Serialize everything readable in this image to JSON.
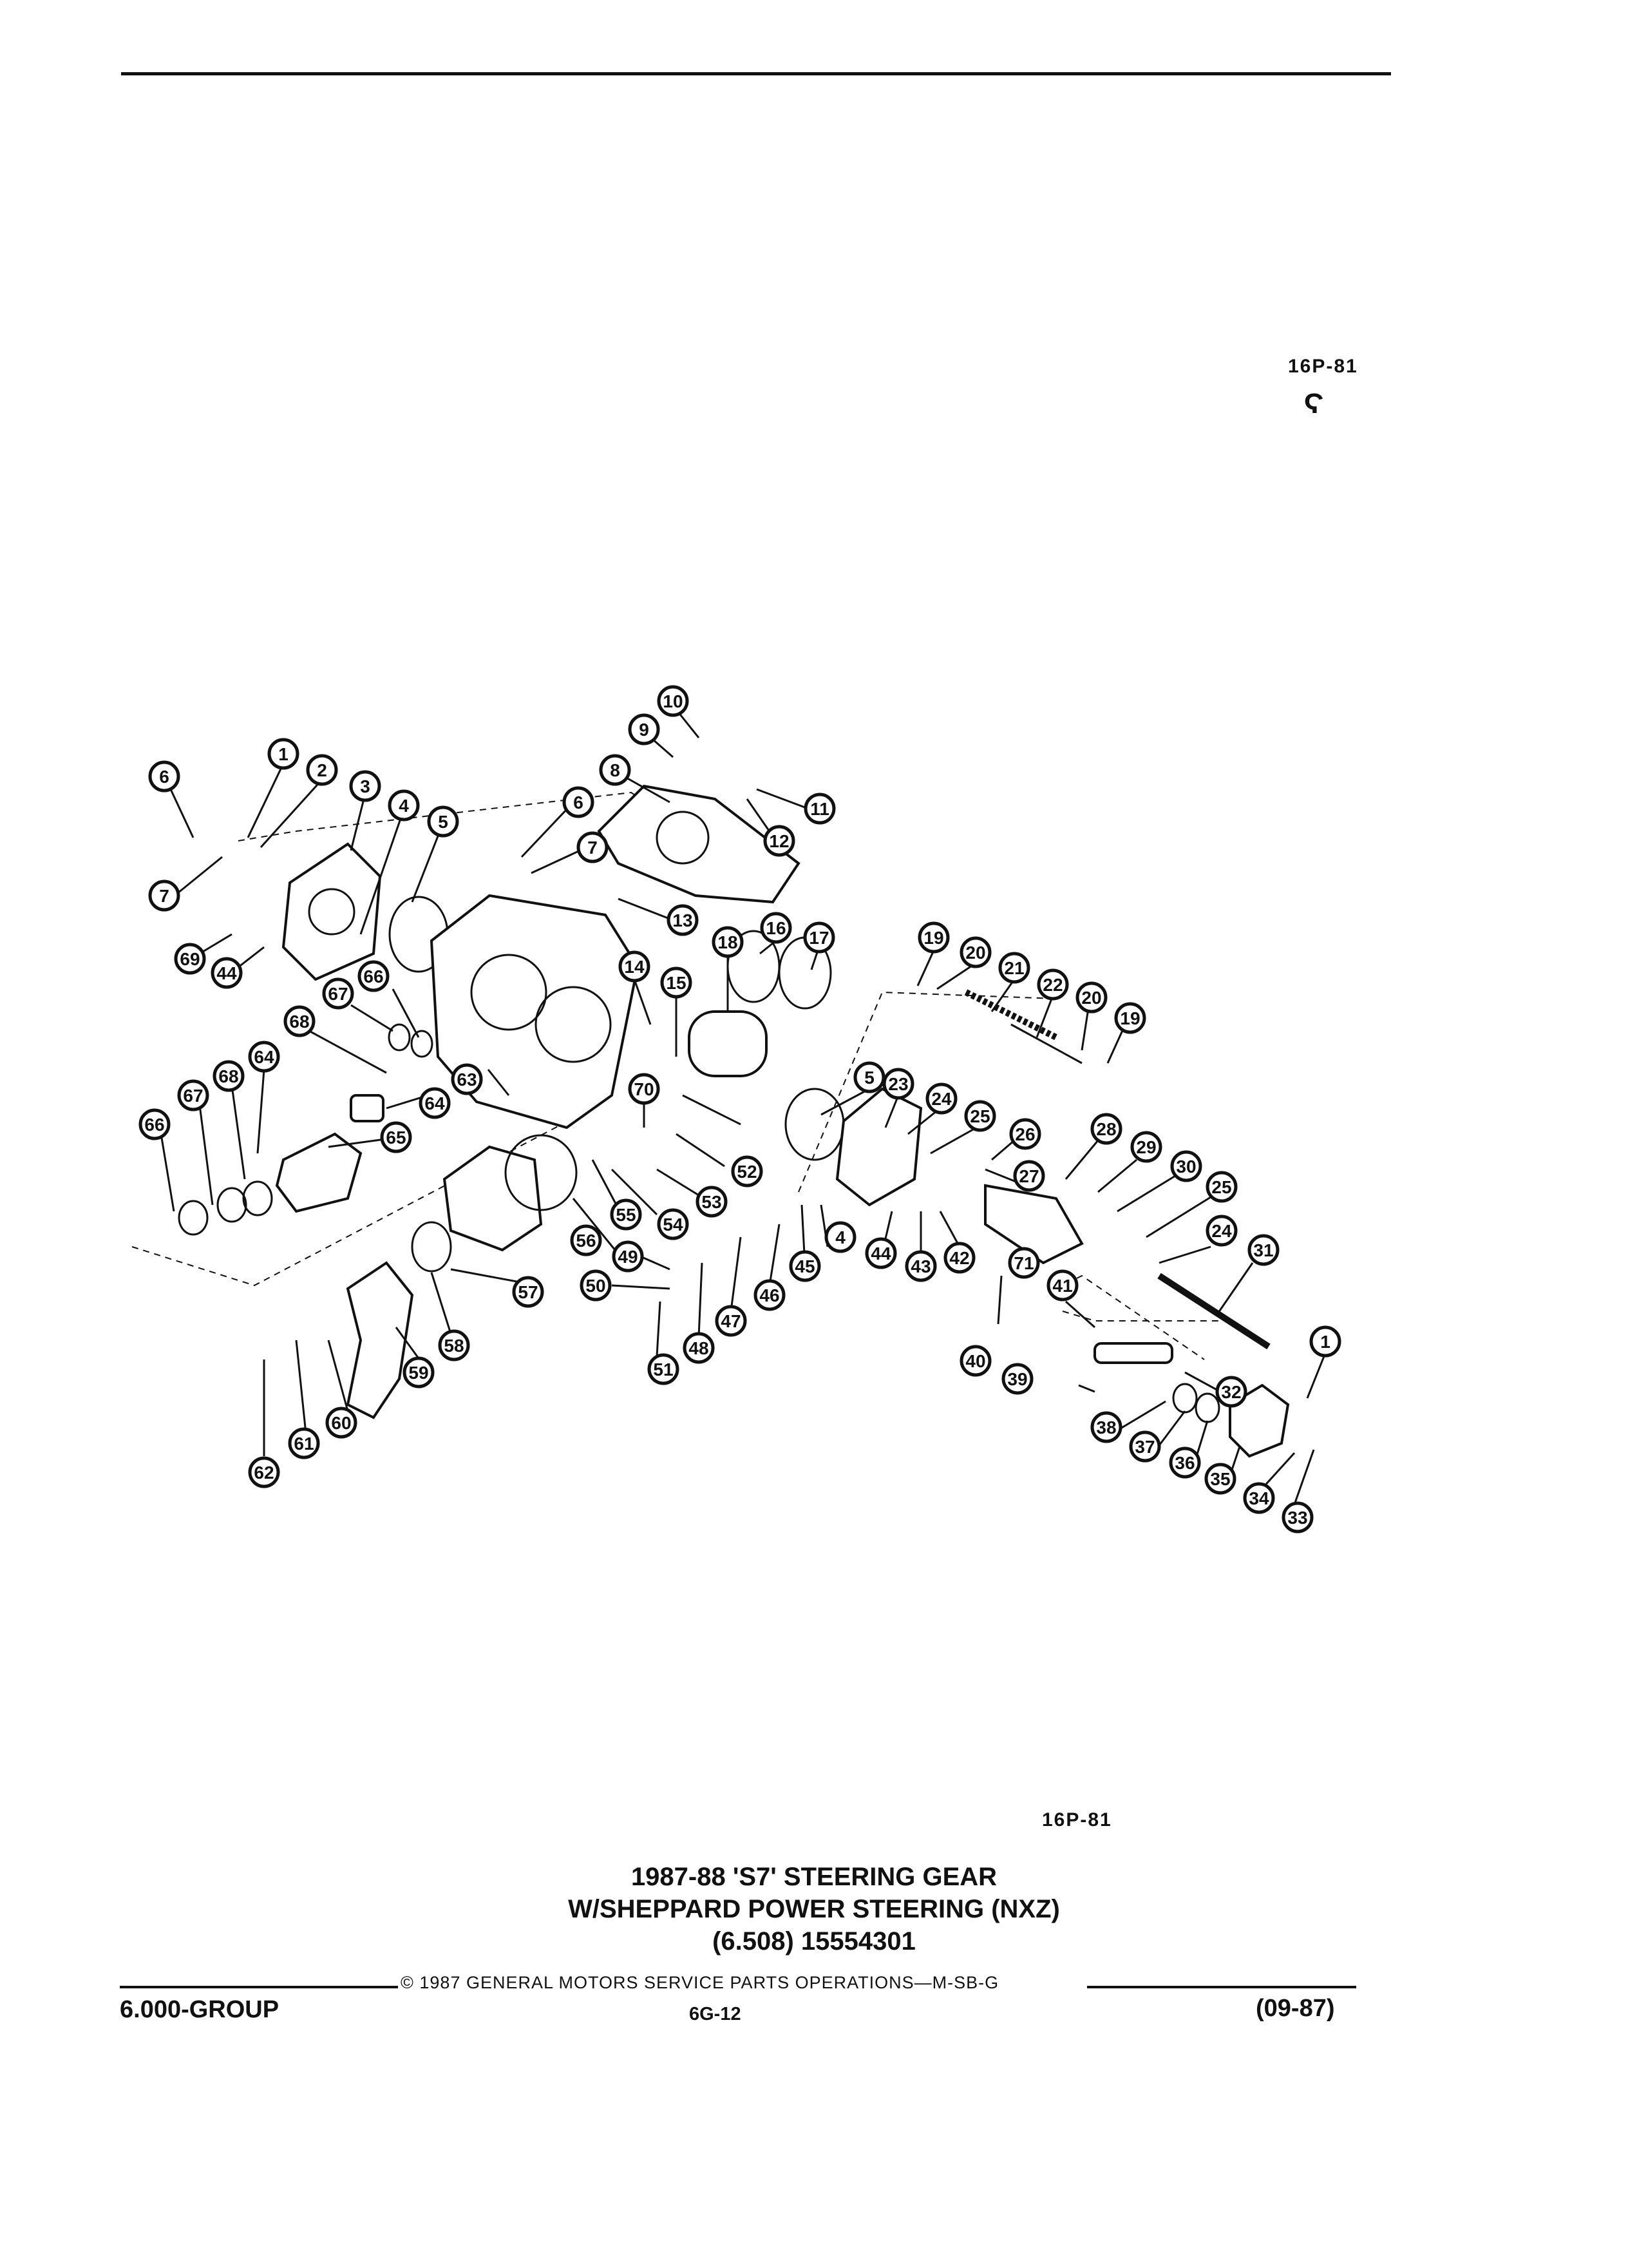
{
  "header": {
    "figure_code_top": "16P-81",
    "logo_glyph": "Ϛ"
  },
  "diagram": {
    "callouts": [
      "1",
      "2",
      "3",
      "4",
      "5",
      "6",
      "7",
      "8",
      "9",
      "10",
      "11",
      "12",
      "13",
      "14",
      "15",
      "16",
      "17",
      "18",
      "19",
      "20",
      "21",
      "22",
      "23",
      "24",
      "25",
      "26",
      "27",
      "28",
      "29",
      "30",
      "31",
      "32",
      "33",
      "34",
      "35",
      "36",
      "37",
      "38",
      "39",
      "40",
      "41",
      "42",
      "43",
      "44",
      "45",
      "46",
      "47",
      "48",
      "49",
      "50",
      "51",
      "52",
      "53",
      "54",
      "55",
      "56",
      "57",
      "58",
      "59",
      "60",
      "61",
      "62",
      "63",
      "64",
      "65",
      "66",
      "67",
      "68",
      "69",
      "70",
      "71"
    ]
  },
  "caption": {
    "figure_code": "16P-81",
    "title_line1": "1987-88 'S7' STEERING GEAR",
    "title_line2": "W/SHEPPARD POWER STEERING (NXZ)",
    "title_line3": "(6.508) 15554301"
  },
  "footer": {
    "copyright": "©  1987  GENERAL MOTORS SERVICE PARTS OPERATIONS—M-SB-G",
    "group": "6.000-GROUP",
    "page": "6G-12",
    "date_code": "(09-87)"
  }
}
